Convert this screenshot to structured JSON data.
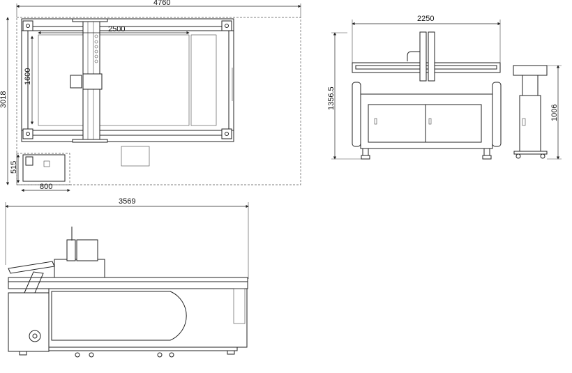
{
  "top_view": {
    "overall_length": "4760",
    "overall_width": "3018",
    "work_length": "2500",
    "work_width": "1600",
    "cabinet_depth": "515",
    "cabinet_width": "800"
  },
  "front_view": {
    "width": "2250",
    "height": "1356.5",
    "stand_height": "1006"
  },
  "side_view": {
    "length": "3569"
  }
}
